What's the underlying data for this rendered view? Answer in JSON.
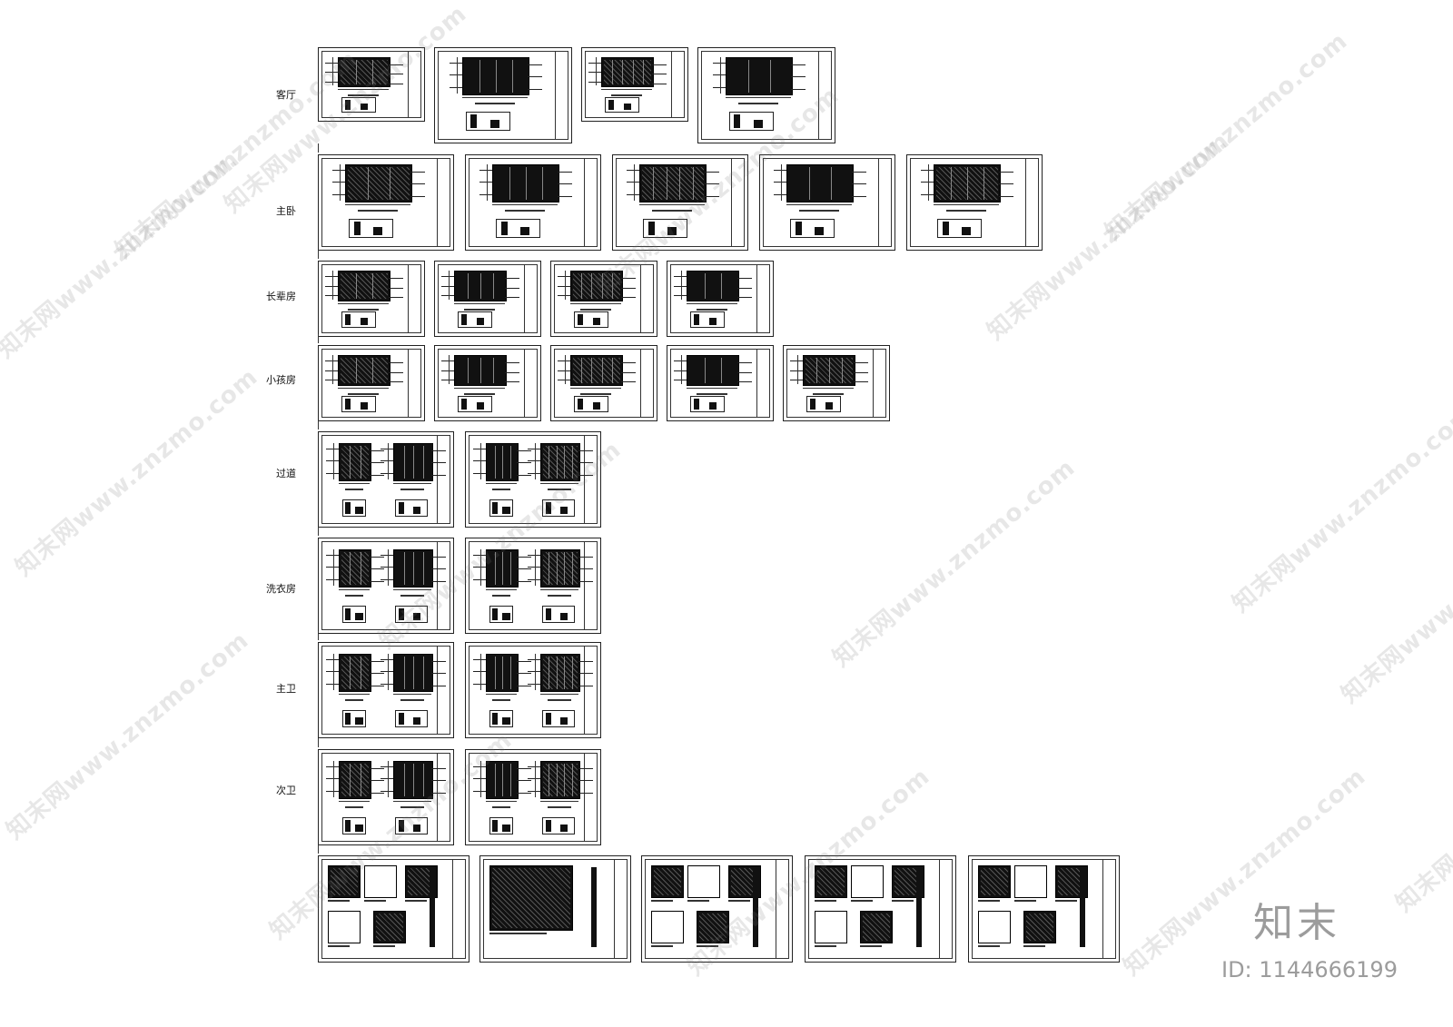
{
  "row_labels": [
    "客厅",
    "主卧",
    "长辈房",
    "小孩房",
    "过道",
    "洗衣房",
    "主卫",
    "次卫"
  ],
  "rows": [
    {
      "sheets": [
        [
          "elev",
          "plan"
        ],
        [
          "elev",
          "plan"
        ],
        [
          "elev",
          "plan"
        ],
        [
          "elev",
          "plan"
        ]
      ]
    },
    {
      "sheets": [
        [
          "elev",
          "plan"
        ],
        [
          "elev",
          "plan"
        ],
        [
          "elev",
          "plan"
        ],
        [
          "elev",
          "plan"
        ],
        [
          "elev",
          "plan"
        ]
      ]
    },
    {
      "sheets": [
        [
          "elev",
          "plan"
        ],
        [
          "elev",
          "plan"
        ],
        [
          "elev",
          "plan"
        ],
        [
          "elev",
          "plan"
        ]
      ]
    },
    {
      "sheets": [
        [
          "elev",
          "plan"
        ],
        [
          "elev",
          "plan"
        ],
        [
          "elev",
          "plan"
        ],
        [
          "elev",
          "plan"
        ],
        [
          "elev",
          "plan"
        ]
      ]
    },
    {
      "sheets": [
        [
          "double",
          "plan"
        ],
        [
          "double",
          "plan"
        ]
      ]
    },
    {
      "sheets": [
        [
          "double",
          "plan"
        ],
        [
          "double",
          "plan"
        ]
      ]
    },
    {
      "sheets": [
        [
          "double",
          "plan"
        ],
        [
          "double",
          "plan"
        ]
      ]
    },
    {
      "sheets": [
        [
          "double",
          "plan"
        ],
        [
          "double",
          "plan"
        ]
      ]
    },
    {
      "sheets": [
        [
          "detail"
        ],
        [
          "detail"
        ],
        [
          "detail"
        ],
        [
          "detail"
        ],
        [
          "detail"
        ]
      ]
    }
  ],
  "watermark_text": "知末网www.znzmo.com",
  "brand": {
    "logo": "知末",
    "id": "ID: 1144666199"
  }
}
